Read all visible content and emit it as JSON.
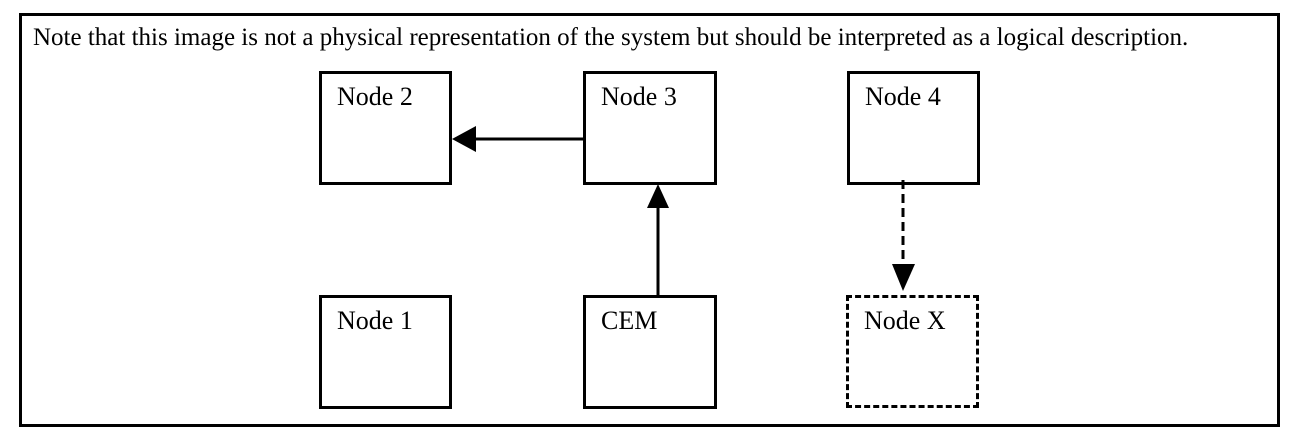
{
  "note": "Note that this image is not a physical representation of the system but should be interpreted as a logical description.",
  "colors": {
    "line": "#000000",
    "background": "#ffffff",
    "text": "#000000"
  },
  "diagram": {
    "type": "logical-node-diagram",
    "nodes": [
      {
        "id": "node1",
        "label": "Node 1",
        "border": "solid",
        "row": "bottom",
        "column": "left"
      },
      {
        "id": "node2",
        "label": "Node 2",
        "border": "solid",
        "row": "top",
        "column": "left"
      },
      {
        "id": "node3",
        "label": "Node 3",
        "border": "solid",
        "row": "top",
        "column": "middle"
      },
      {
        "id": "node4",
        "label": "Node 4",
        "border": "solid",
        "row": "top",
        "column": "right"
      },
      {
        "id": "cem",
        "label": "CEM",
        "border": "solid",
        "row": "bottom",
        "column": "middle"
      },
      {
        "id": "nodex",
        "label": "Node X",
        "border": "dashed",
        "row": "bottom",
        "column": "right"
      }
    ],
    "connections": [
      {
        "from": "Node 3",
        "to": "Node 2",
        "line": "solid",
        "direction": "left"
      },
      {
        "from": "CEM",
        "to": "Node 3",
        "line": "solid",
        "direction": "up"
      },
      {
        "from": "Node 4",
        "to": "Node X",
        "line": "dashed",
        "direction": "down"
      }
    ]
  }
}
